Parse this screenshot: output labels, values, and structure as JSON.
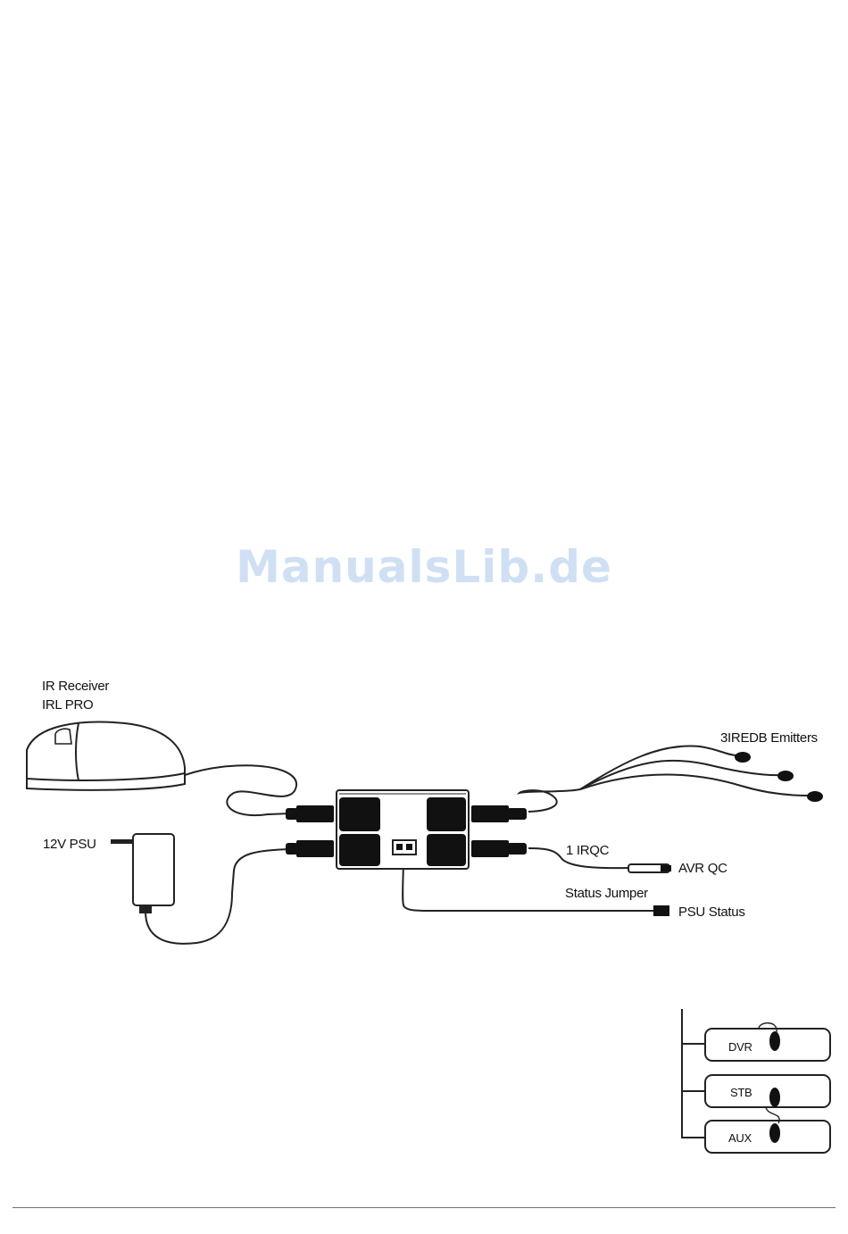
{
  "watermark": "ManualsLib.de",
  "labels": {
    "ir_receiver": "IR Receiver",
    "irl_pro": "IRL PRO",
    "emitters": "3IREDB Emitters",
    "psu": "12V PSU",
    "irqc": "1 IRQC",
    "avr_qc": "AVR QC",
    "status_jumper": "Status Jumper",
    "psu_status": "PSU Status"
  },
  "devices": [
    {
      "label": "DVR"
    },
    {
      "label": "STB"
    },
    {
      "label": "AUX"
    }
  ]
}
